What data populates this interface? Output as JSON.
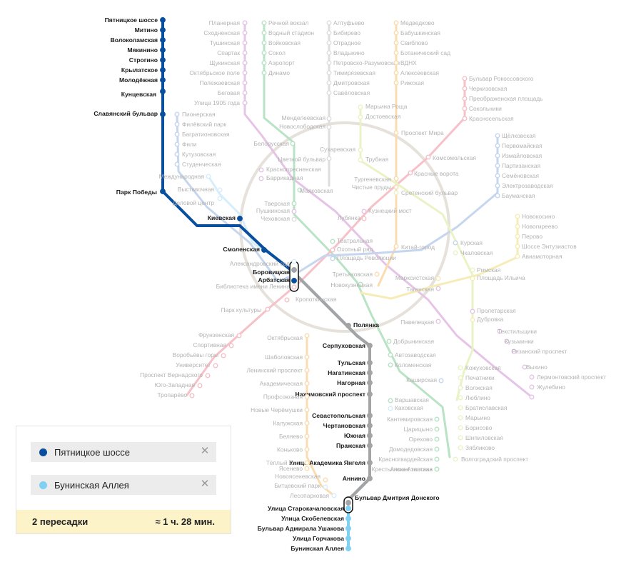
{
  "route": {
    "from": "Пятницкое шоссе",
    "to": "Бунинская Аллея",
    "from_color": "#0a4e9e",
    "to_color": "#7fd0f3",
    "transfers": "2 пересадки",
    "duration": "≈ 1 ч. 28 мин."
  },
  "map": {
    "active_stations": [
      "Пятницкое шоссе",
      "Митино",
      "Волоколамская",
      "Мякинино",
      "Строгино",
      "Крылатское",
      "Молодёжная",
      "Кунцевская",
      "Славянский бульвар",
      "Парк Победы",
      "Киевская",
      "Смоленская",
      "Боровицкая",
      "Арбатская",
      "Полянка",
      "Серпуховская",
      "Тульская",
      "Нагатинская",
      "Нагорная",
      "Нахимовский проспект",
      "Севастопольская",
      "Чертановская",
      "Южная",
      "Пражская",
      "Улица Академика Янгеля",
      "Аннино",
      "Бульвар Дмитрия Донского",
      "Улица Старокачаловская",
      "Улица Скобелевская",
      "Бульвар Адмирала Ушакова",
      "Улица Горчакова",
      "Бунинская Аллея"
    ],
    "inactive_stations": [
      "Планерная",
      "Сходненская",
      "Тушинская",
      "Спартак",
      "Щукинская",
      "Октябрьское поле",
      "Полежаевская",
      "Беговая",
      "Улица 1905 года",
      "Речной вокзал",
      "Водный стадион",
      "Войковская",
      "Сокол",
      "Аэропорт",
      "Динамо",
      "Алтуфьево",
      "Бибирево",
      "Отрадное",
      "Владыкино",
      "Петровско-Разумовская",
      "Тимирязевская",
      "Дмитровская",
      "Савёловская",
      "Медведково",
      "Бабушкинская",
      "Свиблово",
      "Ботанический сад",
      "ВДНХ",
      "Алексеевская",
      "Рижская",
      "Бульвар Рокоссовского",
      "Черкизовская",
      "Преображенская площадь",
      "Сокольники",
      "Красносельская",
      "Марьина Роща",
      "Достоевская",
      "Менделеевская",
      "Новослободская",
      "Проспект Мира",
      "Сухаревская",
      "Цветной бульвар",
      "Трубная",
      "Комсомольская",
      "Красные ворота",
      "Тургеневская",
      "Чистые пруды",
      "Сретенский бульвар",
      "Белорусская",
      "Краснопресненская",
      "Баррикадная",
      "Маяковская",
      "Тверская",
      "Пушкинская",
      "Чеховская",
      "Лубянка",
      "Кузнецкий мост",
      "Щёлковская",
      "Первомайская",
      "Измайловская",
      "Партизанская",
      "Семёновская",
      "Электрозаводская",
      "Бауманская",
      "Новокосино",
      "Новогиреево",
      "Перово",
      "Шоссе Энтузиастов",
      "Авиамоторная",
      "Пионерская",
      "Филёвский парк",
      "Багратионовская",
      "Фили",
      "Кутузовская",
      "Студенческая",
      "Международная",
      "Выставочная",
      "Деловой центр",
      "Театральная",
      "Охотный ряд",
      "Площадь Революции",
      "Китай-город",
      "Курская",
      "Чкаловская",
      "Римская",
      "Площадь Ильича",
      "Марксистская",
      "Таганская",
      "Третьяковская",
      "Новокузнецкая",
      "Александровский сад",
      "Библиотека имени Ленина",
      "Кропоткинская",
      "Парк культуры",
      "Фрунзенская",
      "Спортивная",
      "Воробьёвы горы",
      "Университет",
      "Проспект Вернадского",
      "Юго-Западная",
      "Тропарёво",
      "Октябрьская",
      "Шаболовская",
      "Ленинский проспект",
      "Академическая",
      "Профсоюзная",
      "Новые Черёмушки",
      "Калужская",
      "Беляево",
      "Коньково",
      "Тёплый Стан",
      "Ясенево",
      "Новоясеневская",
      "Битцевский парк",
      "Лесопарковая",
      "Добрынинская",
      "Павелецкая",
      "Автозаводская",
      "Коломенская",
      "Каширская",
      "Варшавская",
      "Каховская",
      "Кантемировская",
      "Царицыно",
      "Орехово",
      "Домодедовская",
      "Красногвардейская",
      "Алма-Атинская",
      "Крестьянская застава",
      "Пролетарская",
      "Дубровка",
      "Кожуховская",
      "Печатники",
      "Волжская",
      "Люблино",
      "Братиславская",
      "Марьино",
      "Борисово",
      "Шипиловская",
      "Зябликово",
      "Волгоградский проспект",
      "Текстильщики",
      "Кузьминки",
      "Рязанский проспект",
      "Выхино",
      "Лермонтовский проспект",
      "Жулебино"
    ],
    "line_colors": {
      "route_blue": "#0a4e9e",
      "route_grey": "#a4a4a4",
      "route_light_blue": "#7fd0f3",
      "green": "#b8e3c5",
      "dark_green": "#cfe7cf",
      "red": "#f6c1c8",
      "blue": "#c5d6ee",
      "light_blue": "#d6eefb",
      "circle": "#e6e1da",
      "orange": "#fadcb0",
      "purple": "#e5c4e6",
      "yellow": "#f6ecb8",
      "grey": "#dedede",
      "light_green": "#e9f3c6",
      "teal": "#cfeeea"
    }
  }
}
